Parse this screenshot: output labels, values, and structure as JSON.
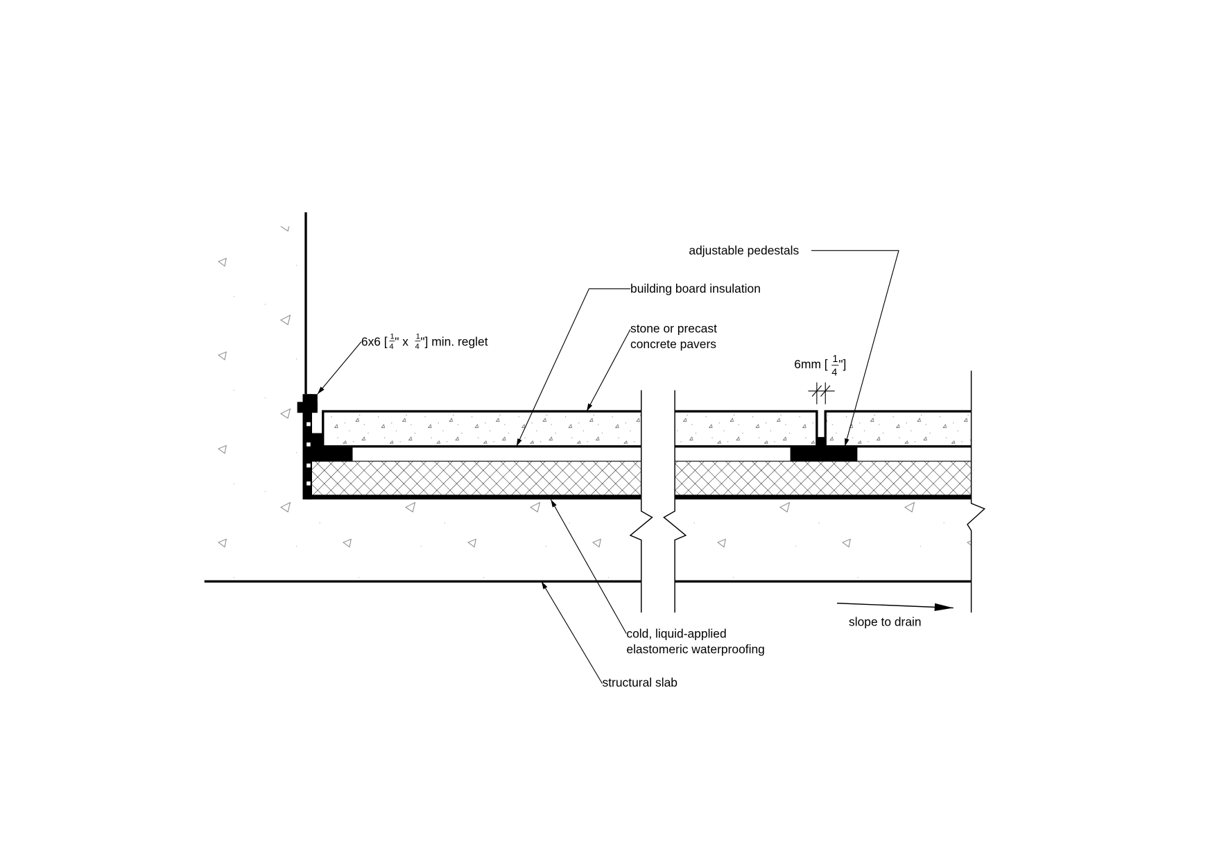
{
  "labels": {
    "adjustable_pedestals": "adjustable pedestals",
    "building_board_insulation": "building board insulation",
    "pavers_line1": "stone or precast",
    "pavers_line2": "concrete pavers",
    "reglet_prefix": "6x6 [",
    "reglet_frac_num": "1",
    "reglet_frac_den": "4",
    "reglet_mid": "\" x ",
    "reglet_suffix": "\"] min. reglet",
    "joint_prefix": "6mm [",
    "joint_frac_num": "1",
    "joint_frac_den": "4",
    "joint_suffix": "\"]",
    "waterproofing_line1": "cold, liquid-applied",
    "waterproofing_line2": "elastomeric waterproofing",
    "structural_slab": "structural slab",
    "slope_to_drain": "slope to drain"
  },
  "colors": {
    "ink": "#000000",
    "background": "#ffffff",
    "stipple": "#999999"
  }
}
